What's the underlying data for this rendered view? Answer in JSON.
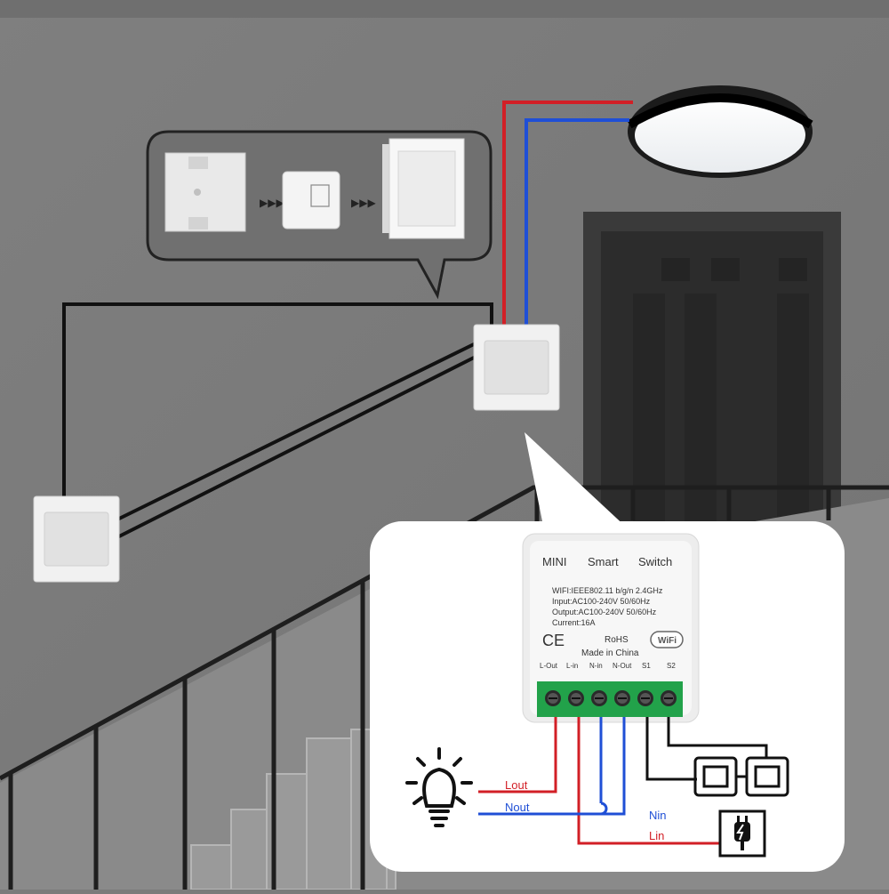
{
  "module": {
    "title_parts": [
      "MINI",
      "Smart",
      "Switch"
    ],
    "spec_lines": [
      "WIFI:IEEE802.11 b/g/n 2.4GHz",
      "Input:AC100-240V 50/60Hz",
      "Output:AC100-240V 50/60Hz",
      "Current:16A"
    ],
    "ce_mark": "CE",
    "rohs": "RoHS",
    "origin": "Made in China",
    "wifi_badge": "WiFi",
    "terminals": [
      "L-Out",
      "L-in",
      "N-in",
      "N-Out",
      "S1",
      "S2"
    ]
  },
  "wiring_labels": {
    "lout": "Lout",
    "nout": "Nout",
    "nin": "Nin",
    "lin": "Lin"
  },
  "colors": {
    "wall": "#7b7b7b",
    "live_wire": "#d21f26",
    "neutral_wire": "#1f4fd6",
    "terminal_block": "#22a24a",
    "panel": "#ffffff"
  },
  "icons": [
    "bulb-icon",
    "plug-icon",
    "double-switch-icon",
    "arrow-icon"
  ]
}
